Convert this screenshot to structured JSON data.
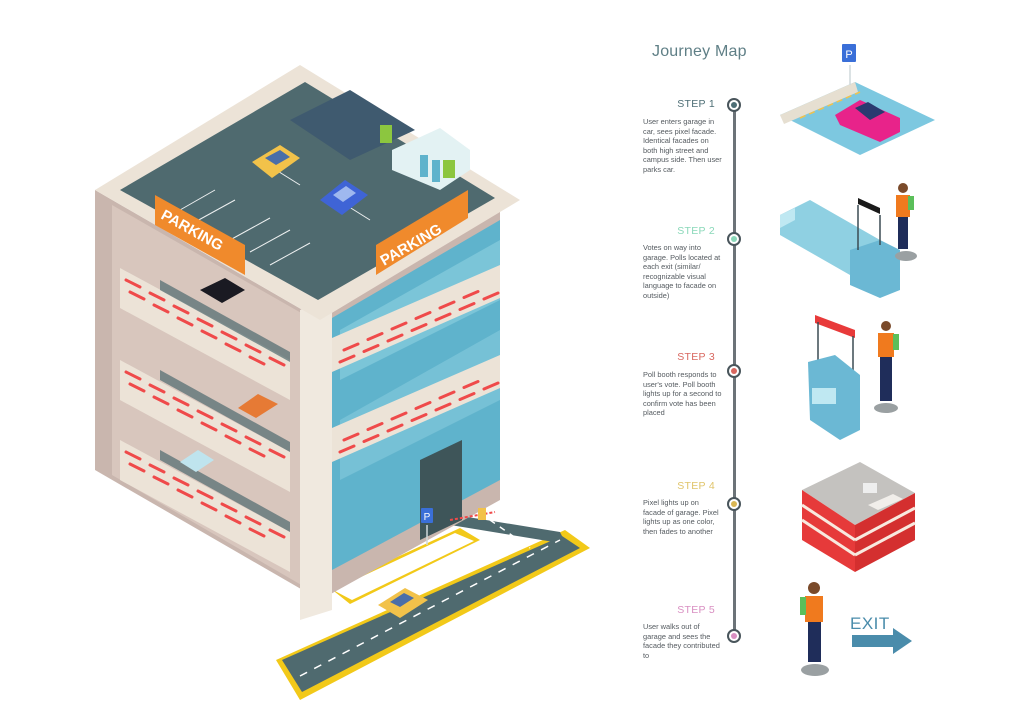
{
  "journey_map": {
    "title": "Journey Map",
    "steps": [
      {
        "label": "STEP 1",
        "color": "#4d6e75",
        "dot_color": "#4d6e75",
        "description": "User enters garage in car, sees pixel facade. Identical facades on both high street and campus side. Then user parks car.",
        "illustration": "parking-spot-car-icon"
      },
      {
        "label": "STEP 2",
        "color": "#8ad8b9",
        "dot_color": "#8ad8b9",
        "description": "Votes on way into garage. Polls located at each exit (similar/ recognizable visual language to facade on outside)",
        "illustration": "poll-counter-icon"
      },
      {
        "label": "STEP 3",
        "color": "#d9675f",
        "dot_color": "#d9675f",
        "description": "Poll booth responds to user's vote. Poll booth lights up for a second to confirm vote has been placed",
        "illustration": "poll-booth-icon"
      },
      {
        "label": "STEP 4",
        "color": "#e0c46a",
        "dot_color": "#d9b653",
        "description": "Pixel lights up on facade of garage. Pixel lights up as one color, then fades to another",
        "illustration": "lit-garage-icon"
      },
      {
        "label": "STEP 5",
        "color": "#d98fc2",
        "dot_color": "#d98fc2",
        "description": "User walks out of garage and sees the facade they contributed to",
        "illustration": "exit-icon"
      }
    ],
    "exit_label": "EXIT"
  },
  "garage": {
    "signs": [
      "PARKING",
      "PARKING"
    ],
    "road_sign": "P",
    "spot_sign": "P"
  },
  "colors": {
    "asphalt": "#4f6a6f",
    "concrete": "#e9e1d6",
    "concrete_shadow": "#c9b6ae",
    "sign_orange": "#f08a2c",
    "brick_red": "#ef4a4a",
    "glass": "#5fb3cc",
    "road_curb": "#f2c919",
    "timeline": "#6c7378"
  }
}
